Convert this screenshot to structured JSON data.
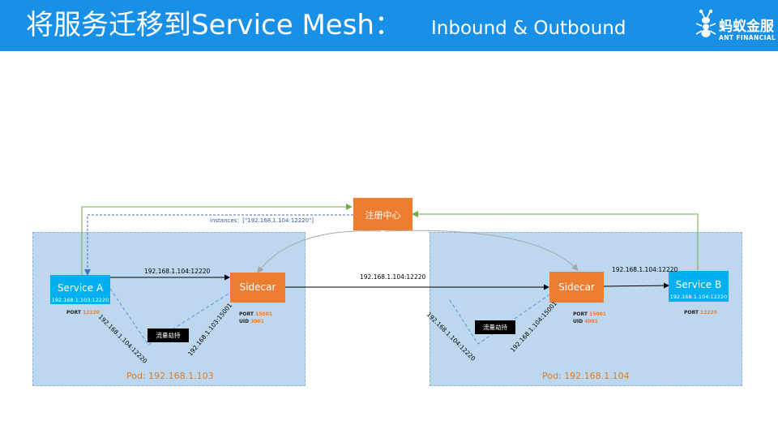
{
  "header": {
    "title": "将服务迁移到Service Mesh：",
    "subtitle": "Inbound & Outbound",
    "logo_cn": "蚂蚁金服",
    "logo_en": "ANT FINANCIAL"
  },
  "registry": {
    "label": "注册中心"
  },
  "instances_text": "instances：[\"192.168.1.104:12220\"]",
  "pod_a": {
    "label": "Pod: 192.168.1.103",
    "service": {
      "name": "Service A",
      "addr": "192.168.1.103:12220",
      "port_key": "PORT",
      "port": "12220"
    },
    "sidecar": {
      "name": "Sidecar",
      "port_key": "PORT",
      "port": "15001",
      "uid_key": "UID",
      "uid": "3001"
    },
    "traffic": "流量劫持",
    "edge_top": "192.168.1.104:12220",
    "edge_down": "192.168.1.104:12220",
    "edge_up": "192.168.1.103:15001"
  },
  "middle_edge": "192.168.1.104:12220",
  "pod_b": {
    "label": "Pod: 192.168.1.104",
    "service": {
      "name": "Service B",
      "addr": "192.168.1.104:12220",
      "port_key": "PORT",
      "port": "12220"
    },
    "sidecar": {
      "name": "Sidecar",
      "port_key": "PORT",
      "port": "15001",
      "uid_key": "UID",
      "uid": "4001"
    },
    "traffic": "流量劫持",
    "edge_top": "192.168.1.104:12220",
    "edge_down": "192.168.1.104:12220",
    "edge_up": "192.168.1.104:15001"
  },
  "colors": {
    "header": "#1890e8",
    "service": "#00b0f0",
    "sidecar": "#ed7d31",
    "pod_bg": "#bdd7ee",
    "register_line": "#70ad47",
    "subscribe_line": "#4472c4",
    "dashed_hijack": "#5b8fd6",
    "curve": "#a6a6a6"
  }
}
